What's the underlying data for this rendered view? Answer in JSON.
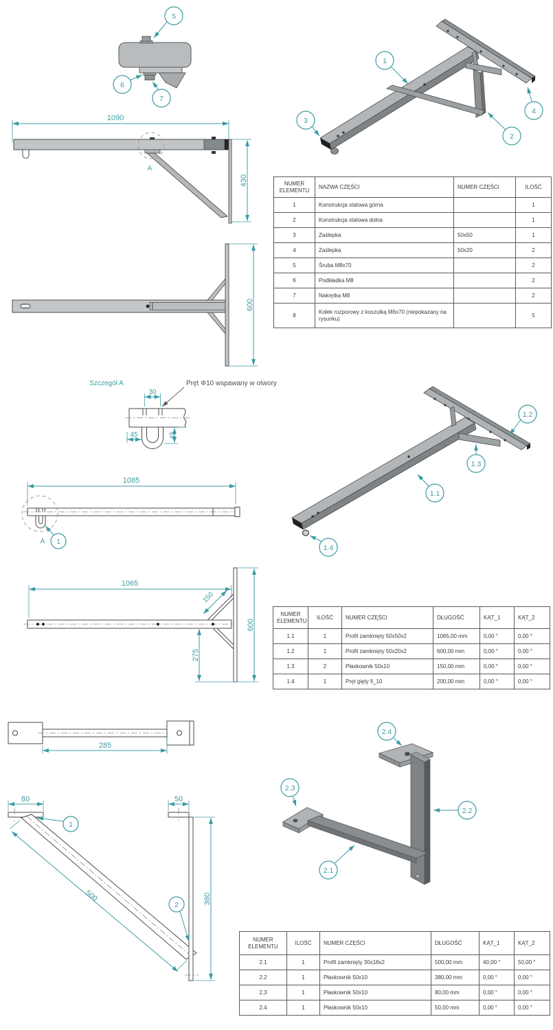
{
  "colors": {
    "accent": "#3d9ba4",
    "line": "#4a4a4a"
  },
  "detail_bolt": {
    "callout_screw": "5",
    "callout_washer": "6",
    "callout_nut": "7"
  },
  "iso_assembly": {
    "callout_upper": "1",
    "callout_lower": "2",
    "callout_cap_left": "3",
    "callout_cap_right": "4"
  },
  "side_view": {
    "dim_length": "1090",
    "dim_height": "430",
    "detail_label": "A"
  },
  "top_view": {
    "dim_width": "600"
  },
  "detail_a": {
    "title": "Szczegół A",
    "annotation": "Pręt Φ10 wspawany w otwory",
    "dim_spacing": "30",
    "dim_left": "45",
    "dim_depth": "45"
  },
  "bar_view": {
    "dim_length": "1085",
    "detail_label": "A",
    "callout": "1"
  },
  "upper_plan": {
    "dim_length": "1065",
    "dim_gusset": "150",
    "dim_width": "600",
    "dim_offset": "275"
  },
  "iso_upper": {
    "callout_beam": "1.1",
    "callout_crossbar": "1.2",
    "callout_gusset": "1.3",
    "callout_hook": "1.4"
  },
  "lower_bar": {
    "dim_length": "285"
  },
  "lower_side": {
    "dim_plate_left": "80",
    "dim_plate_right": "50",
    "dim_diagonal": "500",
    "dim_vertical": "380",
    "callout_diagonal": "1",
    "callout_vertical": "2"
  },
  "iso_lower": {
    "callout_diagonal": "2.1",
    "callout_vertical": "2.2",
    "callout_plate_left": "2.3",
    "callout_plate_top": "2.4"
  },
  "tables": {
    "bom": {
      "headers": [
        "NUMER ELEMENTU",
        "NAZWA CZĘŚCI",
        "NUMER CZĘŚCI",
        "ILOŚĆ"
      ],
      "rows": [
        [
          "1",
          "Konstrukcja stalowa górna",
          "",
          "1"
        ],
        [
          "2",
          "Konstrukcja stalowa dolna",
          "",
          "1"
        ],
        [
          "3",
          "Zaślepka",
          "50x50",
          "1"
        ],
        [
          "4",
          "Zaślepka",
          "50x20",
          "2"
        ],
        [
          "5",
          "Śruba M8x70",
          "",
          "2"
        ],
        [
          "6",
          "Podkładka M8",
          "",
          "2"
        ],
        [
          "7",
          "Nakrętka M8",
          "",
          "2"
        ],
        [
          "8",
          "Kołek rozporowy z koszulką M6x70 (niepokazany na rysunku)",
          "",
          "5"
        ]
      ]
    },
    "parts_upper": {
      "headers": [
        "NUMER ELEMENTU",
        "ILOŚĆ",
        "NUMER CZĘŚCI",
        "DŁUGOŚĆ",
        "KĄT_1",
        "KĄT_2"
      ],
      "rows": [
        [
          "1.1",
          "1",
          "Profil zamknięty 50x50x2",
          "1065,00 mm",
          "0,00 °",
          "0,00 °"
        ],
        [
          "1.2",
          "1",
          "Profil zamknięty 50x20x2",
          "600,00 mm",
          "0,00 °",
          "0,00 °"
        ],
        [
          "1.3",
          "2",
          "Płaskownik 50x10",
          "150,00 mm",
          "0,00 °",
          "0,00 °"
        ],
        [
          "1.4",
          "1",
          "Pręt gięty fi_10",
          "200,00 mm",
          "0,00 °",
          "0,00 °"
        ]
      ]
    },
    "parts_lower": {
      "headers": [
        "NUMER ELEMENTU",
        "ILOŚĆ",
        "NUMER CZĘŚCI",
        "DŁUGOŚĆ",
        "KĄT_1",
        "KĄT_2"
      ],
      "rows": [
        [
          "2.1",
          "1",
          "Profil zamknięty 30x18x2",
          "500,00 mm",
          "40,00 °",
          "50,00 °"
        ],
        [
          "2.2",
          "1",
          "Płaskownik 50x10",
          "380,00 mm",
          "0,00 °",
          "0,00 °"
        ],
        [
          "2.3",
          "1",
          "Płaskownik 50x10",
          "80,00 mm",
          "0,00 °",
          "0,00 °"
        ],
        [
          "2.4",
          "1",
          "Płaskownik 50x10",
          "50,00 mm",
          "0,00 °",
          "0,00 °"
        ]
      ]
    }
  }
}
